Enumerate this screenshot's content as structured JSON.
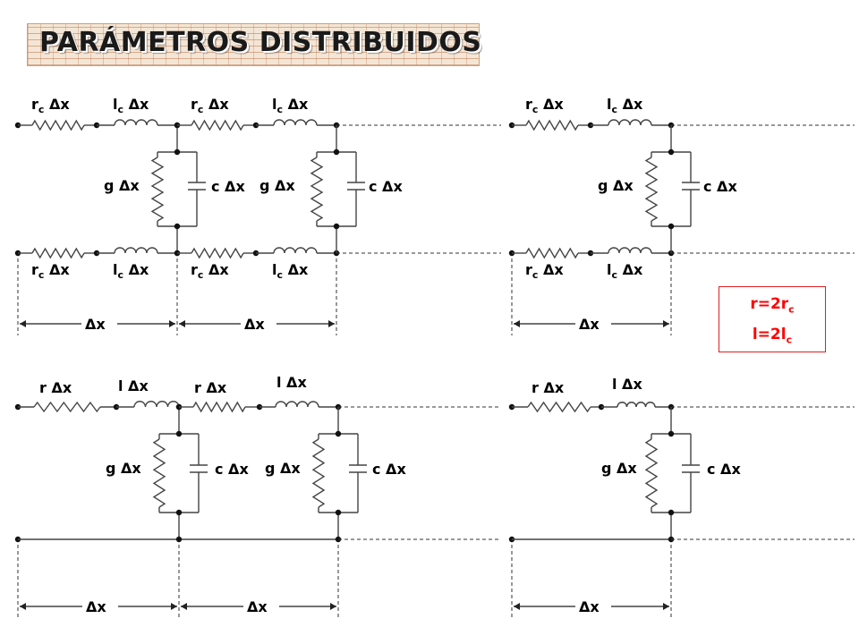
{
  "title": "PARÁMETROS DISTRIBUIDOS",
  "legend": {
    "r_main": "r=2r",
    "r_sub": "c",
    "l_main": "l=2l",
    "l_sub": "c"
  },
  "labels": {
    "r": "r",
    "l": "l",
    "sub_c": "c",
    "dx": "Δx",
    "g": "g",
    "c": "c"
  },
  "colors": {
    "legend": "#ff0000",
    "wire": "#444444"
  }
}
